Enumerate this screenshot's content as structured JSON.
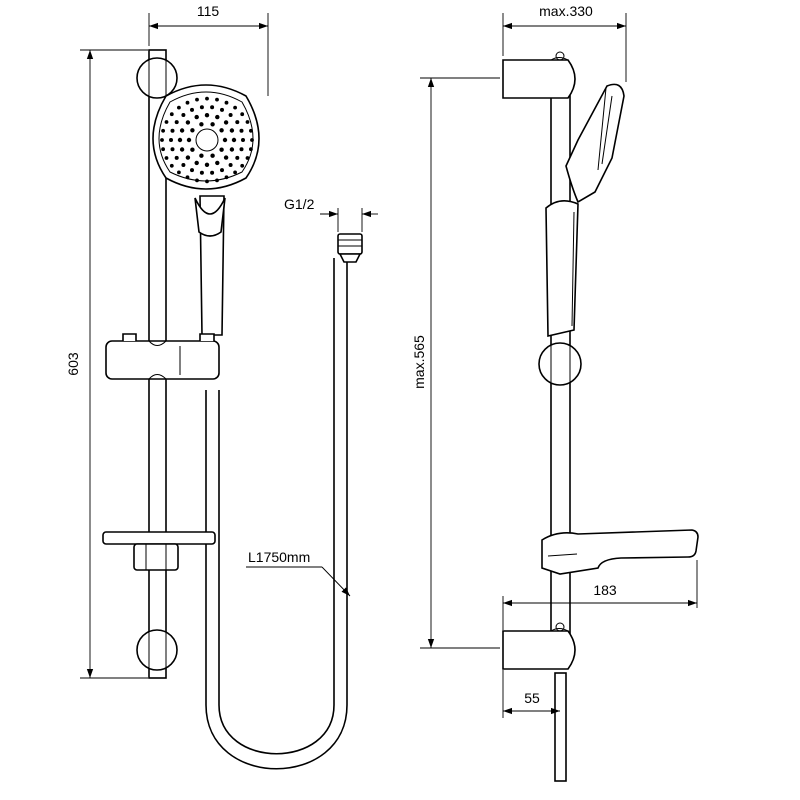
{
  "front_view": {
    "width_dim": "115",
    "height_dim": "603",
    "connection_dim": "G1/2",
    "hose_length_dim": "L1750mm"
  },
  "side_view": {
    "depth_dim": "max.330",
    "height_dim": "max.565",
    "shelf_depth_dim": "183",
    "wall_offset_dim": "55"
  }
}
